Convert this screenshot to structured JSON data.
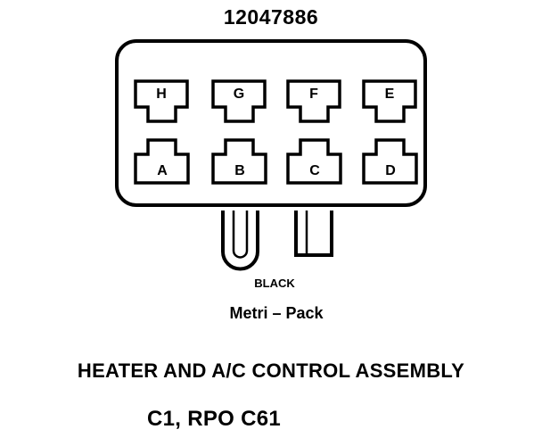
{
  "part_number": "12047886",
  "connector": {
    "top_row_pins": [
      "H",
      "G",
      "F",
      "E"
    ],
    "bottom_row_pins": [
      "A",
      "B",
      "C",
      "D"
    ],
    "color": "BLACK",
    "type": "Metri – Pack"
  },
  "assembly_name": "HEATER AND A/C CONTROL ASSEMBLY",
  "connector_id": "C1, RPO C61"
}
